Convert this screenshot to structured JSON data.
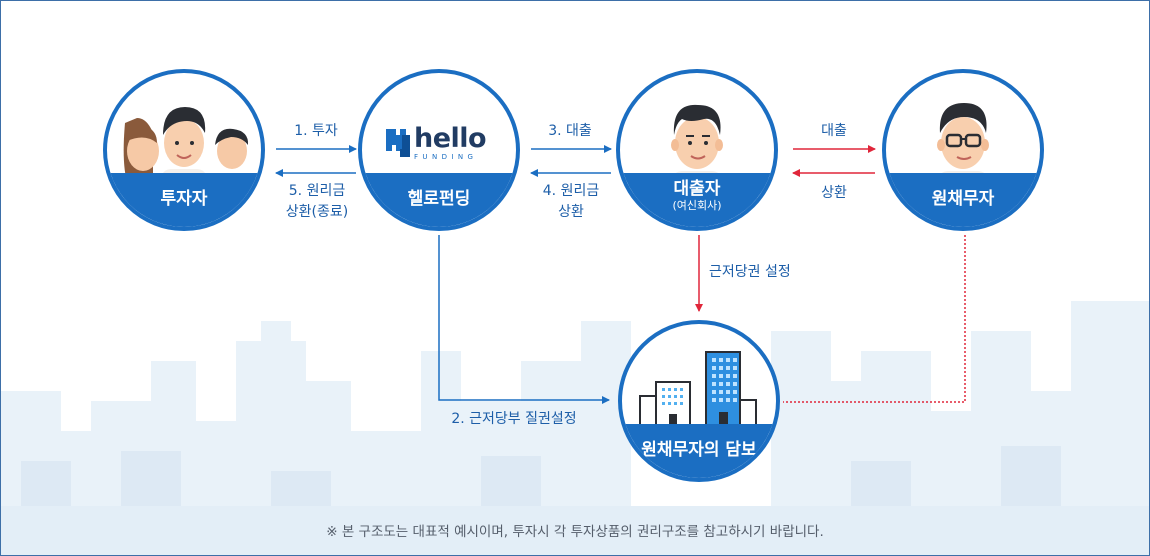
{
  "nodes": {
    "investor": {
      "label": "투자자"
    },
    "hellofunding": {
      "label": "헬로펀딩",
      "logo_word": "hello",
      "logo_sub": "FUNDING"
    },
    "borrower": {
      "label": "대출자",
      "sub": "(여신회사)"
    },
    "debtor": {
      "label": "원채무자"
    },
    "collateral": {
      "label": "원채무자의 담보"
    }
  },
  "edges": {
    "invest": "1. 투자",
    "repay_end_line1": "5. 원리금",
    "repay_end_line2": "상환(종료)",
    "loan": "3. 대출",
    "repay_line1": "4. 원리금",
    "repay_line2": "상환",
    "loan_debtor": "대출",
    "repay_debtor": "상환",
    "mortgage": "근저당권 설정",
    "pledge": "2. 근저당부 질권설정"
  },
  "footnote": "※ 본 구조도는 대표적 예시이며, 투자시 각 투자상품의 권리구조를 참고하시기 바랍니다.",
  "colors": {
    "primary": "#1b6ec2",
    "red": "#e0263a",
    "skyline": "#e6f0f8"
  }
}
